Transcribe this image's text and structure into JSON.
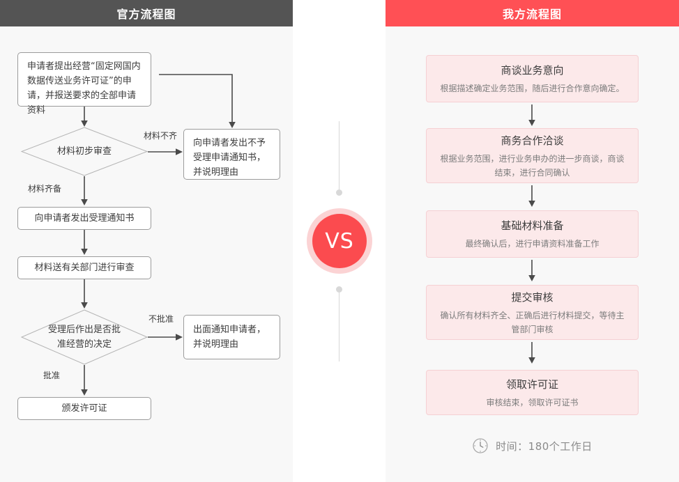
{
  "left_panel": {
    "header_title": "官方流程图",
    "header_color": "#545454",
    "nodes": {
      "apply": "申请者提出经营“固定网国内数据传送业务许可证”的申请，并报送要求的全部申请资料",
      "first_review": "材料初步审查",
      "reject_notice": "向申请者发出不予受理申请通知书，并说明理由",
      "accept_notice": "向申请者发出受理通知书",
      "dept_review": "材料送有关部门进行审查",
      "decision": "受理后作出是否批准经营的决定",
      "decision_line1": "受理后作出是否批",
      "decision_line2": "准经营的决定",
      "deny_notice": "出面通知申请者，并说明理由",
      "issue_license": "颁发许可证"
    },
    "edge_labels": {
      "materials_incomplete": "材料不齐",
      "materials_complete": "材料齐备",
      "not_approved": "不批准",
      "approved": "批准"
    }
  },
  "versus": {
    "badge_text": "VS",
    "badge_color": "#fb4b4f",
    "ring_color": "#fbd3d4"
  },
  "right_panel": {
    "header_title": "我方流程图",
    "header_color": "#ff5055",
    "card_bg": "#fce9ea",
    "card_border": "#f5d0d3",
    "steps": [
      {
        "title": "商谈业务意向",
        "desc": "根据描述确定业务范围，随后进行合作意向确定。"
      },
      {
        "title": "商务合作洽谈",
        "desc": "根据业务范围，进行业务申办的进一步商谈，商谈结束，进行合同确认"
      },
      {
        "title": "基础材料准备",
        "desc": "最终确认后，进行申请资料准备工作"
      },
      {
        "title": "提交审核",
        "desc": "确认所有材料齐全、正确后进行材料提交，等待主管部门审核"
      },
      {
        "title": "领取许可证",
        "desc": "审核结束，领取许可证书"
      }
    ],
    "footer": {
      "icon": "clock-icon",
      "text": "时间：180个工作日"
    }
  }
}
